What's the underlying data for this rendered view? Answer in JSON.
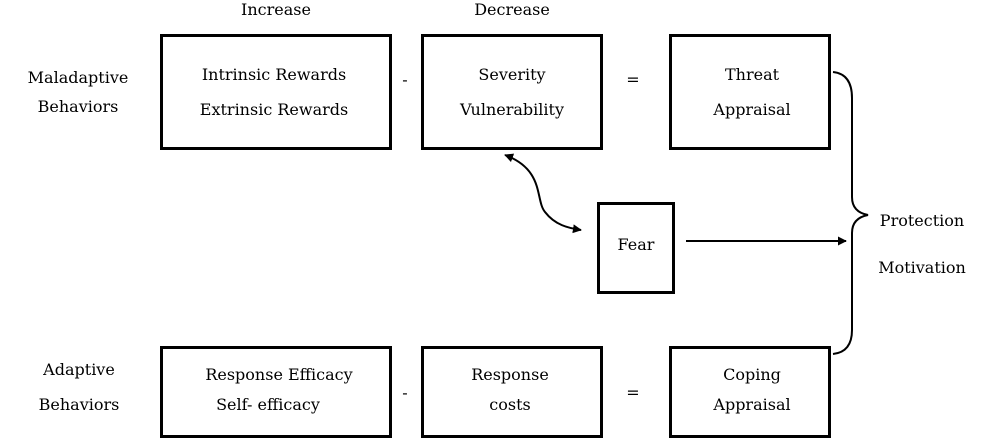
{
  "headers": {
    "increase": "Increase",
    "decrease": "Decrease"
  },
  "rows": {
    "maladaptive": {
      "line1": "Maladaptive",
      "line2": "Behaviors"
    },
    "adaptive": {
      "line1": "Adaptive",
      "line2": "Behaviors"
    }
  },
  "top_row": {
    "rewards": {
      "line1": "Intrinsic Rewards",
      "line2": "Extrinsic Rewards"
    },
    "minus": "-",
    "severity": {
      "line1": "Severity",
      "line2": "Vulnerability"
    },
    "equals": "=",
    "threat": {
      "line1": "Threat",
      "line2": "Appraisal"
    }
  },
  "middle": {
    "fear": "Fear"
  },
  "bottom_row": {
    "efficacy": {
      "line1": "Response Efficacy",
      "line2": "Self- efficacy"
    },
    "minus": "-",
    "costs": {
      "line1": "Response",
      "line2": "costs"
    },
    "equals": "=",
    "coping": {
      "line1": "Coping",
      "line2": "Appraisal"
    }
  },
  "outcome": {
    "line1": "Protection",
    "line2": "Motivation"
  }
}
